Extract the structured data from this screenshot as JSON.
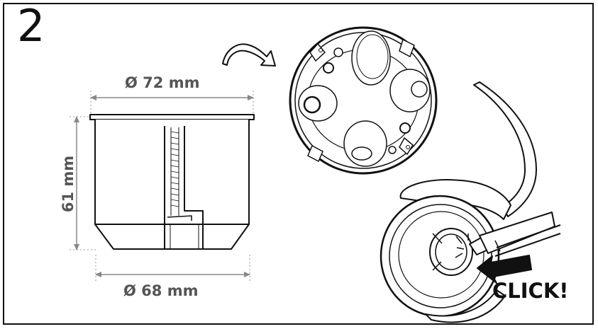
{
  "step_number": "2",
  "dimensions": {
    "top_diameter": "Ø 72 mm",
    "bottom_diameter": "Ø 68 mm",
    "height": "61 mm"
  },
  "callout": "CLICK!",
  "colors": {
    "line": "#111111",
    "dimension": "#555555",
    "guide": "#999999"
  }
}
